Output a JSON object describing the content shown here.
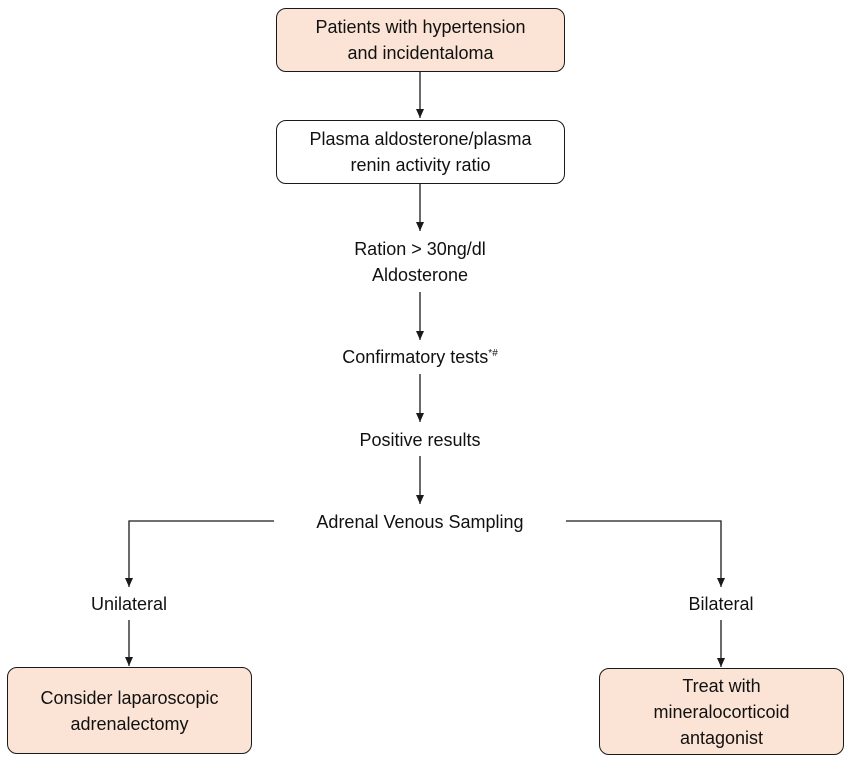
{
  "nodes": {
    "start": {
      "lines": [
        "Patients with hypertension",
        "and incidentaloma"
      ]
    },
    "ratio_test": {
      "lines": [
        "Plasma aldosterone/plasma",
        "renin activity ratio"
      ]
    },
    "threshold": {
      "lines": [
        "Ration > 30ng/dl",
        "Aldosterone"
      ]
    },
    "confirmatory": {
      "text": "Confirmatory tests",
      "superscript": "*#"
    },
    "positive": {
      "text": "Positive results"
    },
    "avs": {
      "text": "Adrenal Venous Sampling"
    },
    "unilateral": {
      "text": "Unilateral"
    },
    "bilateral": {
      "text": "Bilateral"
    },
    "surgery": {
      "lines": [
        "Consider laparoscopic",
        "adrenalectomy"
      ]
    },
    "medical": {
      "lines": [
        "Treat with",
        "mineralocorticoid",
        "antagonist"
      ]
    }
  },
  "colors": {
    "highlight_fill": "#fbe4d5",
    "plain_fill": "#ffffff",
    "stroke": "#1a1a1a"
  }
}
